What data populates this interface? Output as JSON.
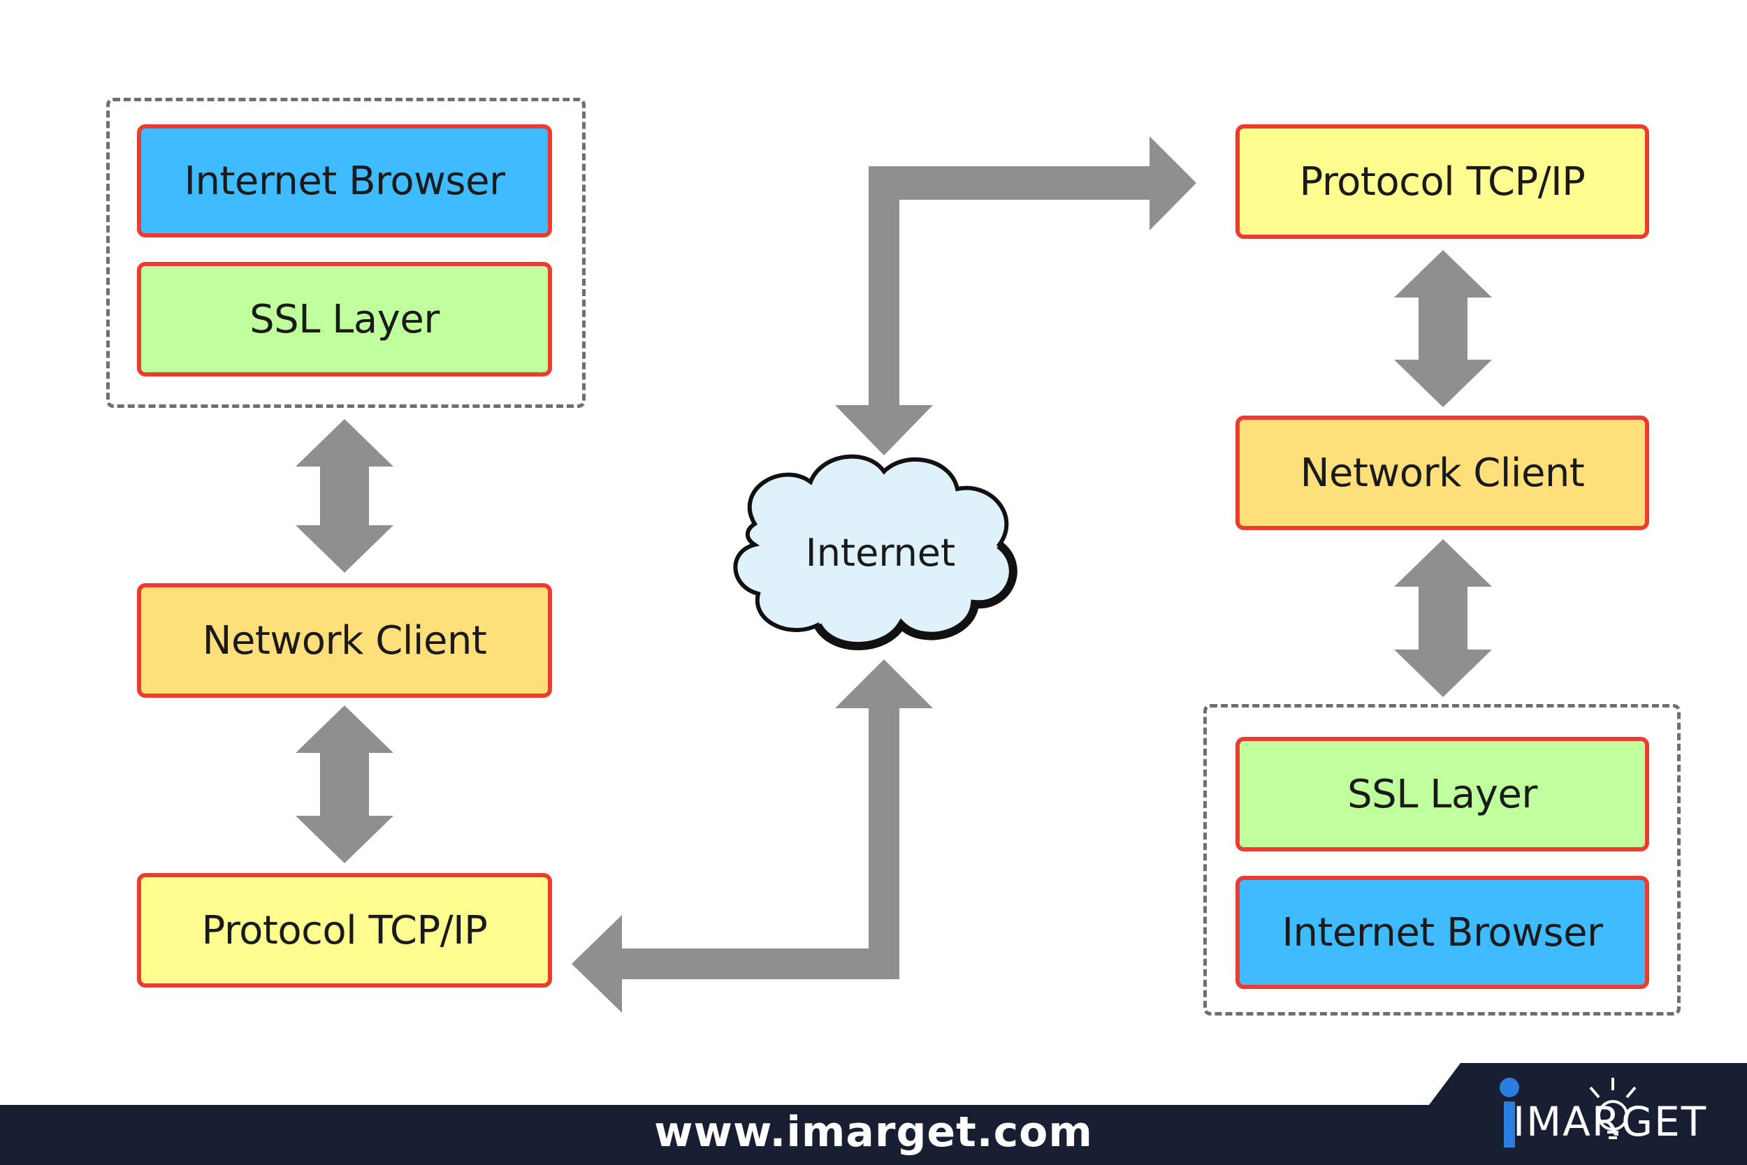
{
  "diagram": {
    "left_stack": {
      "browser": "Internet Browser",
      "ssl": "SSL Layer",
      "network": "Network Client",
      "protocol": "Protocol TCP/IP"
    },
    "right_stack": {
      "protocol": "Protocol TCP/IP",
      "network": "Network Client",
      "ssl": "SSL Layer",
      "browser": "Internet Browser"
    },
    "cloud": "Internet"
  },
  "colors": {
    "browser": "#3ebcff",
    "ssl": "#bfff9c",
    "network": "#ffdf7a",
    "protocol": "#fdfd8f",
    "box_border": "#ee3b32",
    "arrow": "#8f8f8f",
    "cloud_fill": "#dff1fb",
    "footer": "#181f33"
  },
  "footer": {
    "url": "www.imarget.com",
    "logo": "IMARGET"
  }
}
